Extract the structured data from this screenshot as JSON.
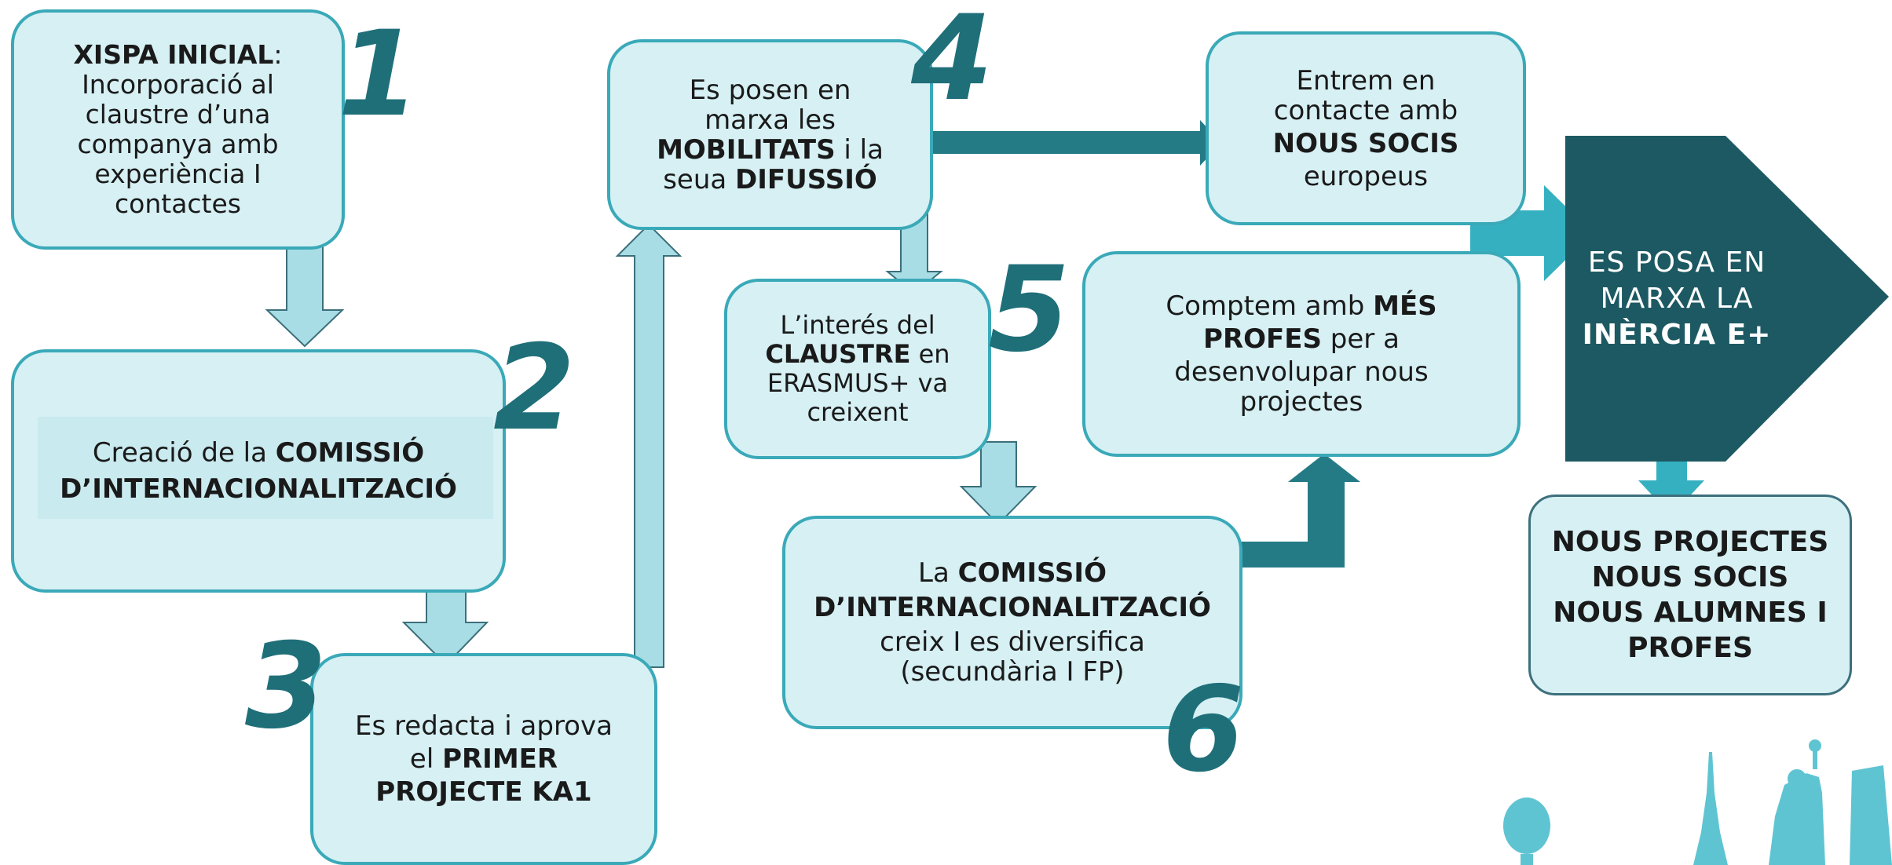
{
  "steps": [
    {
      "number": "1",
      "lines": [
        {
          "t": "XISPA INICIAL",
          "b": true,
          "suffix": ":"
        },
        {
          "t": "Incorporació al"
        },
        {
          "t": "claustre d’una"
        },
        {
          "t": "companya amb"
        },
        {
          "t": "experiència I"
        },
        {
          "t": "contactes"
        }
      ]
    },
    {
      "number": "2",
      "lines": [
        {
          "t": "Creació de la ",
          "bold": "COMISSIÓ"
        },
        {
          "t": "",
          "bold": "D’INTERNACIONALITZACIÓ"
        }
      ]
    },
    {
      "number": "3",
      "lines": [
        {
          "t": "Es redacta i aprova"
        },
        {
          "t": "el ",
          "bold": "PRIMER"
        },
        {
          "t": "",
          "bold": "PROJECTE KA1"
        }
      ]
    },
    {
      "number": "4",
      "lines": [
        {
          "t": "Es posen en"
        },
        {
          "t": "marxa les"
        },
        {
          "t": "",
          "bold": "MOBILITATS",
          "after": " i la"
        },
        {
          "t": "seua ",
          "bold": "DIFUSSIÓ"
        }
      ]
    },
    {
      "number": "5",
      "lines": [
        {
          "t": "L’interés del"
        },
        {
          "t": "",
          "bold": "CLAUSTRE",
          "after": " en"
        },
        {
          "t": "ERASMUS+ va"
        },
        {
          "t": "creixent"
        }
      ]
    },
    {
      "number": "6",
      "lines": [
        {
          "t": "La ",
          "bold": "COMISSIÓ"
        },
        {
          "t": "",
          "bold": "D’INTERNACIONALITZACIÓ"
        },
        {
          "t": "creix I es diversifica"
        },
        {
          "t": "(secundària I FP)"
        }
      ]
    }
  ],
  "partners": {
    "lines": [
      {
        "t": "Entrem en"
      },
      {
        "t": "contacte amb"
      },
      {
        "t": "",
        "bold": "NOUS SOCIS"
      },
      {
        "t": "europeus"
      }
    ]
  },
  "teachers": {
    "lines": [
      {
        "t": "Comptem amb ",
        "bold": "MÉS"
      },
      {
        "t": "",
        "bold": "PROFES",
        "after": " per a"
      },
      {
        "t": "desenvolupar nous"
      },
      {
        "t": "projectes"
      }
    ]
  },
  "inertia": {
    "line1": "ES POSA EN",
    "line2": "MARXA LA",
    "line3": "INÈRCIA E+"
  },
  "outcome": {
    "line1": "NOUS PROJECTES",
    "line2": "NOUS SOCIS",
    "line3": "NOUS ALUMNES I",
    "line4": "PROFES"
  },
  "colors": {
    "box_fill": "#d6f0f4",
    "box_border": "#3aa9b8",
    "light_arrow": "#a8dde5",
    "dark_teal": "#1d5962",
    "mid_teal": "#247b86",
    "cyan": "#35b0c0",
    "number": "#1f6f79",
    "landmarks": "#5fc4d2"
  },
  "icons": [
    "hot-air-balloon-icon",
    "eiffel-tower-icon",
    "statue-of-liberty-icon",
    "leaning-tower-icon"
  ]
}
